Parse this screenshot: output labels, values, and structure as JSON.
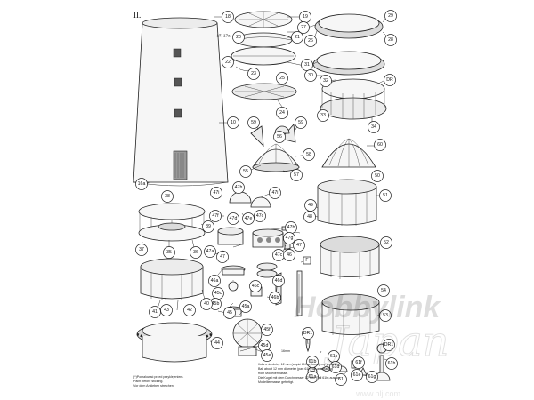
{
  "sheet": {
    "label": "II."
  },
  "notes": {
    "left": [
      "(*)Pomalować przed przyklejeniem.",
      "Paint before sticking.",
      "Vor dem Ankleben streichen."
    ],
    "right": [
      "Kula o średnicy 12 mm (część 61h wykonujemy z modelu)",
      "Ball about 12 mm diameter (part 61h) we are making",
      "from Modellermasse.",
      "Die Kugel mit dem Durchmesser 12 mm (Teil 61h) aus der",
      "Modelliermasse gefertigt."
    ],
    "dim": "16mm"
  },
  "watermark": {
    "brand": "Hobbylink",
    "script": "Japan",
    "url": "www.hlj.com"
  },
  "callouts": {
    "c1": "18",
    "c2": "17, 17a",
    "c3": "10",
    "c4": "16a",
    "c5": "19",
    "c6": "20",
    "c7": "21",
    "c8": "22",
    "c9": "23",
    "c10": "25",
    "c11": "24",
    "c12": "29",
    "c13": "27",
    "c14": "26",
    "c15": "28",
    "c16": "31",
    "c17": "30",
    "c18": "32",
    "c19": "DR",
    "c20": "33",
    "c21": "34",
    "c22": "59",
    "c23": "56",
    "c24": "59",
    "c25": "58",
    "c26": "55",
    "c27": "57",
    "c28": "60",
    "c29": "50",
    "c30": "51",
    "c31": "49",
    "c32": "48",
    "c33": "38",
    "c34": "39",
    "c35": "37",
    "c36": "35",
    "c37": "36",
    "c38": "47i",
    "c39": "47h",
    "c40": "47i",
    "c41": "47f",
    "c42": "47d",
    "c43": "47e",
    "c44": "47c",
    "c45": "47b",
    "c46": "47g",
    "c47": "47a",
    "c48": "47",
    "c49": "47",
    "c50": "47c",
    "c51": "46",
    "c52": "52",
    "c53": "F",
    "c54": "54",
    "c55": "53",
    "c56": "46a",
    "c57": "46d",
    "c58": "45c",
    "c59": "46c",
    "c60": "45b",
    "c61": "45",
    "c62": "45a",
    "c63": "46b",
    "c64": "41",
    "c65": "43",
    "c66": "42",
    "c67": "40",
    "c68": "44",
    "c69": "45d",
    "c70": "45e",
    "c71": "45f",
    "c72": "DR1",
    "c73": "61b",
    "c74": "61c",
    "c75": "61a",
    "c76": "61d",
    "c77": "61",
    "c78": "61f",
    "c79": "61e",
    "c80": "61g",
    "c81": "DR1",
    "c82": "61h"
  }
}
